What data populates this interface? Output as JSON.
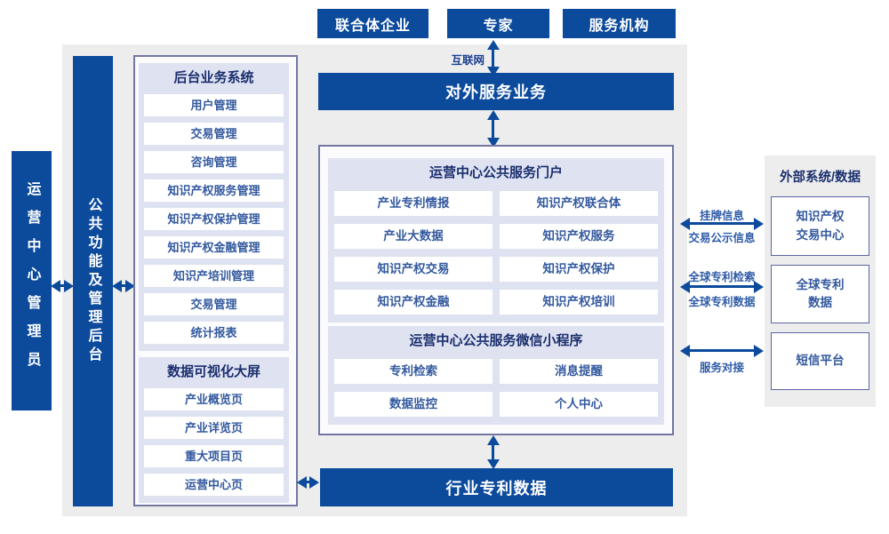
{
  "colors": {
    "primary_blue": "#0c4a9c",
    "panel_lavender": "#dee2f1",
    "container_border": "#7177a0",
    "background_gray": "#ededed",
    "title_navy": "#1b2f6e",
    "item_blue": "#33599e"
  },
  "top_entities": [
    "联合体企业",
    "专家",
    "服务机构"
  ],
  "internet_label": "互联网",
  "external_service_bar": "对外服务业务",
  "left_rail": {
    "admin_label": "运营中心管理员",
    "backend_label": "公共功能及管理后台"
  },
  "backend_panel": {
    "title": "后台业务系统",
    "items": [
      "用户管理",
      "交易管理",
      "咨询管理",
      "知识产权服务管理",
      "知识产权保护管理",
      "知识产权金融管理",
      "知识产培训管理",
      "交易管理",
      "统计报表"
    ]
  },
  "dashboard_panel": {
    "title": "数据可视化大屏",
    "items": [
      "产业概览页",
      "产业详览页",
      "重大项目页",
      "运营中心页"
    ]
  },
  "portal_panel": {
    "title": "运营中心公共服务门户",
    "left_items": [
      "产业专利情报",
      "产业大数据",
      "知识产权交易",
      "知识产权金融"
    ],
    "right_items": [
      "知识产权联合体",
      "知识产权服务",
      "知识产权保护",
      "知识产权培训"
    ]
  },
  "miniapp_panel": {
    "title": "运营中心公共服务微信小程序",
    "left_items": [
      "专利检索",
      "数据监控"
    ],
    "right_items": [
      "消息提醒",
      "个人中心"
    ]
  },
  "industry_bar": "行业专利数据",
  "external_panel": {
    "title": "外部系统/数据",
    "items": [
      "知识产权\n交易中心",
      "全球专利\n数据",
      "短信平台"
    ]
  },
  "connectors": [
    {
      "top_label": "挂牌信息",
      "bottom_label": "交易公示信息"
    },
    {
      "top_label": "全球专利检索",
      "bottom_label": "全球专利数据"
    },
    {
      "top_label": "",
      "bottom_label": "服务对接"
    }
  ]
}
